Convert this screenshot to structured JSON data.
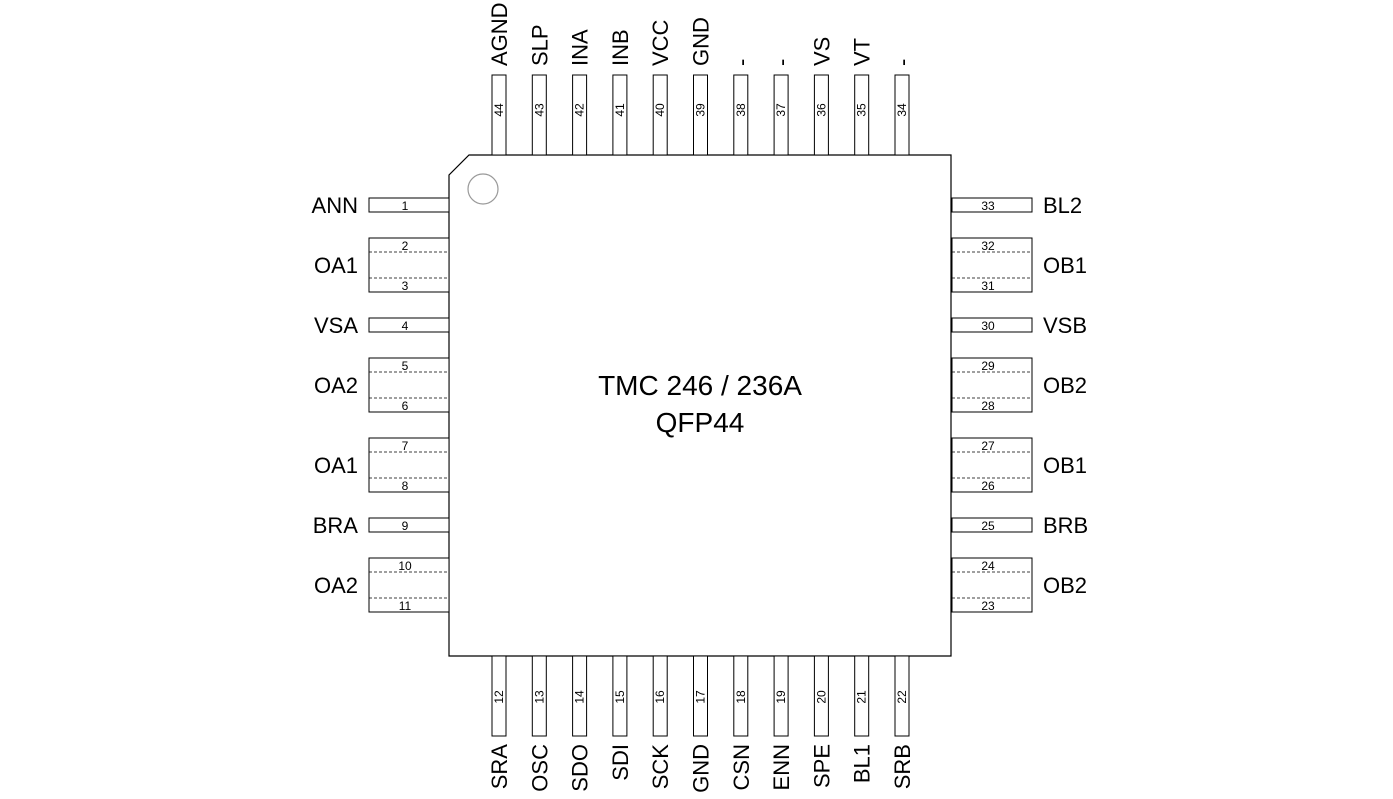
{
  "chip": {
    "title_line1": "TMC 246 / 236A",
    "title_line2": "QFP44"
  },
  "pins": {
    "left": [
      {
        "nums": [
          "1"
        ],
        "name": "ANN"
      },
      {
        "nums": [
          "2",
          "3"
        ],
        "name": "OA1"
      },
      {
        "nums": [
          "4"
        ],
        "name": "VSA"
      },
      {
        "nums": [
          "5",
          "6"
        ],
        "name": "OA2"
      },
      {
        "nums": [
          "7",
          "8"
        ],
        "name": "OA1"
      },
      {
        "nums": [
          "9"
        ],
        "name": "BRA"
      },
      {
        "nums": [
          "10",
          "11"
        ],
        "name": "OA2"
      }
    ],
    "bottom": [
      {
        "num": "12",
        "name": "SRA"
      },
      {
        "num": "13",
        "name": "OSC"
      },
      {
        "num": "14",
        "name": "SDO"
      },
      {
        "num": "15",
        "name": "SDI"
      },
      {
        "num": "16",
        "name": "SCK"
      },
      {
        "num": "17",
        "name": "GND"
      },
      {
        "num": "18",
        "name": "CSN"
      },
      {
        "num": "19",
        "name": "ENN"
      },
      {
        "num": "20",
        "name": "SPE"
      },
      {
        "num": "21",
        "name": "BL1"
      },
      {
        "num": "22",
        "name": "SRB"
      }
    ],
    "right": [
      {
        "nums": [
          "33"
        ],
        "name": "BL2"
      },
      {
        "nums": [
          "32",
          "31"
        ],
        "name": "OB1"
      },
      {
        "nums": [
          "30"
        ],
        "name": "VSB"
      },
      {
        "nums": [
          "29",
          "28"
        ],
        "name": "OB2"
      },
      {
        "nums": [
          "27",
          "26"
        ],
        "name": "OB1"
      },
      {
        "nums": [
          "25"
        ],
        "name": "BRB"
      },
      {
        "nums": [
          "24",
          "23"
        ],
        "name": "OB2"
      }
    ],
    "top": [
      {
        "num": "44",
        "name": "AGND"
      },
      {
        "num": "43",
        "name": "SLP"
      },
      {
        "num": "42",
        "name": "INA"
      },
      {
        "num": "41",
        "name": "INB"
      },
      {
        "num": "40",
        "name": "VCC"
      },
      {
        "num": "39",
        "name": "GND"
      },
      {
        "num": "38",
        "name": "-"
      },
      {
        "num": "37",
        "name": "-"
      },
      {
        "num": "36",
        "name": "VS"
      },
      {
        "num": "35",
        "name": "VT"
      },
      {
        "num": "34",
        "name": "-"
      }
    ]
  }
}
